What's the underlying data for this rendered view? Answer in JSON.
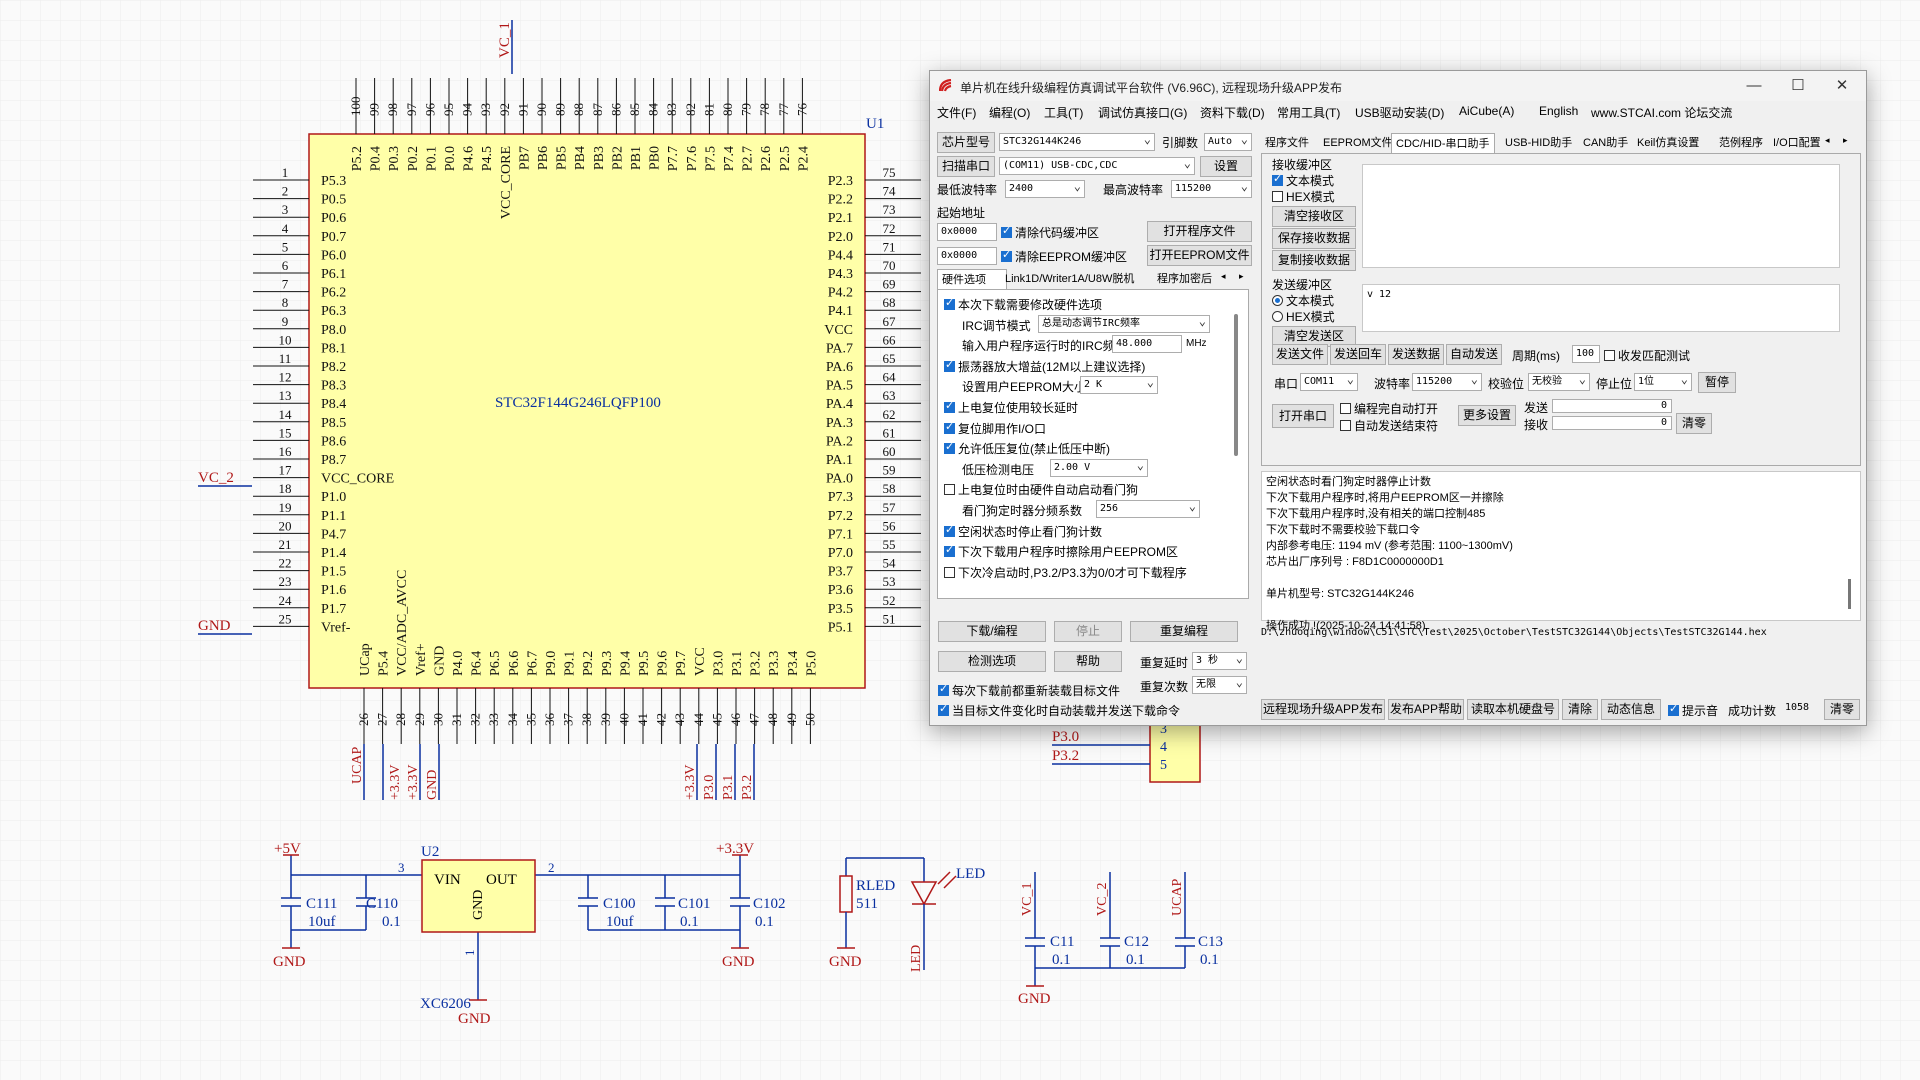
{
  "schematic": {
    "u1": {
      "ref": "U1",
      "part": "STC32F144G246LQFP100",
      "top_pins": [
        {
          "num": "100",
          "name": "P5.2"
        },
        {
          "num": "99",
          "name": "P0.4"
        },
        {
          "num": "98",
          "name": "P0.3"
        },
        {
          "num": "97",
          "name": "P0.2"
        },
        {
          "num": "96",
          "name": "P0.1"
        },
        {
          "num": "95",
          "name": "P0.0"
        },
        {
          "num": "94",
          "name": "P4.6"
        },
        {
          "num": "93",
          "name": "P4.5"
        },
        {
          "num": "92",
          "name": "VCC_CORE"
        },
        {
          "num": "91",
          "name": "PB7"
        },
        {
          "num": "90",
          "name": "PB6"
        },
        {
          "num": "89",
          "name": "PB5"
        },
        {
          "num": "88",
          "name": "PB4"
        },
        {
          "num": "87",
          "name": "PB3"
        },
        {
          "num": "86",
          "name": "PB2"
        },
        {
          "num": "85",
          "name": "PB1"
        },
        {
          "num": "84",
          "name": "PB0"
        },
        {
          "num": "83",
          "name": "P7.7"
        },
        {
          "num": "82",
          "name": "P7.6"
        },
        {
          "num": "81",
          "name": "P7.5"
        },
        {
          "num": "80",
          "name": "P7.4"
        },
        {
          "num": "79",
          "name": "P2.7"
        },
        {
          "num": "78",
          "name": "P2.6"
        },
        {
          "num": "77",
          "name": "P2.5"
        },
        {
          "num": "76",
          "name": "P2.4"
        }
      ],
      "left_pins": [
        {
          "num": "1",
          "name": "P5.3"
        },
        {
          "num": "2",
          "name": "P0.5"
        },
        {
          "num": "3",
          "name": "P0.6"
        },
        {
          "num": "4",
          "name": "P0.7"
        },
        {
          "num": "5",
          "name": "P6.0"
        },
        {
          "num": "6",
          "name": "P6.1"
        },
        {
          "num": "7",
          "name": "P6.2"
        },
        {
          "num": "8",
          "name": "P6.3"
        },
        {
          "num": "9",
          "name": "P8.0"
        },
        {
          "num": "10",
          "name": "P8.1"
        },
        {
          "num": "11",
          "name": "P8.2"
        },
        {
          "num": "12",
          "name": "P8.3"
        },
        {
          "num": "13",
          "name": "P8.4"
        },
        {
          "num": "14",
          "name": "P8.5"
        },
        {
          "num": "15",
          "name": "P8.6"
        },
        {
          "num": "16",
          "name": "P8.7"
        },
        {
          "num": "17",
          "name": "VCC_CORE"
        },
        {
          "num": "18",
          "name": "P1.0"
        },
        {
          "num": "19",
          "name": "P1.1"
        },
        {
          "num": "20",
          "name": "P4.7"
        },
        {
          "num": "21",
          "name": "P1.4"
        },
        {
          "num": "22",
          "name": "P1.5"
        },
        {
          "num": "23",
          "name": "P1.6"
        },
        {
          "num": "24",
          "name": "P1.7"
        },
        {
          "num": "25",
          "name": "Vref-"
        }
      ],
      "right_pins": [
        {
          "num": "75",
          "name": "P2.3"
        },
        {
          "num": "74",
          "name": "P2.2"
        },
        {
          "num": "73",
          "name": "P2.1"
        },
        {
          "num": "72",
          "name": "P2.0"
        },
        {
          "num": "71",
          "name": "P4.4"
        },
        {
          "num": "70",
          "name": "P4.3"
        },
        {
          "num": "69",
          "name": "P4.2"
        },
        {
          "num": "68",
          "name": "P4.1"
        },
        {
          "num": "67",
          "name": "VCC"
        },
        {
          "num": "66",
          "name": "PA.7"
        },
        {
          "num": "65",
          "name": "PA.6"
        },
        {
          "num": "64",
          "name": "PA.5"
        },
        {
          "num": "63",
          "name": "PA.4"
        },
        {
          "num": "62",
          "name": "PA.3"
        },
        {
          "num": "61",
          "name": "PA.2"
        },
        {
          "num": "60",
          "name": "PA.1"
        },
        {
          "num": "59",
          "name": "PA.0"
        },
        {
          "num": "58",
          "name": "P7.3"
        },
        {
          "num": "57",
          "name": "P7.2"
        },
        {
          "num": "56",
          "name": "P7.1"
        },
        {
          "num": "55",
          "name": "P7.0"
        },
        {
          "num": "54",
          "name": "P3.7"
        },
        {
          "num": "53",
          "name": "P3.6"
        },
        {
          "num": "52",
          "name": "P3.5"
        },
        {
          "num": "51",
          "name": "P5.1"
        }
      ],
      "bottom_pins": [
        {
          "num": "26",
          "name": "UCap"
        },
        {
          "num": "27",
          "name": "P5.4"
        },
        {
          "num": "28",
          "name": "VCC/ADC_AVCC"
        },
        {
          "num": "29",
          "name": "Vref+"
        },
        {
          "num": "30",
          "name": "GND"
        },
        {
          "num": "31",
          "name": "P4.0"
        },
        {
          "num": "32",
          "name": "P6.4"
        },
        {
          "num": "33",
          "name": "P6.5"
        },
        {
          "num": "34",
          "name": "P6.6"
        },
        {
          "num": "35",
          "name": "P6.7"
        },
        {
          "num": "36",
          "name": "P9.0"
        },
        {
          "num": "37",
          "name": "P9.1"
        },
        {
          "num": "38",
          "name": "P9.2"
        },
        {
          "num": "39",
          "name": "P9.3"
        },
        {
          "num": "40",
          "name": "P9.4"
        },
        {
          "num": "41",
          "name": "P9.5"
        },
        {
          "num": "42",
          "name": "P9.6"
        },
        {
          "num": "43",
          "name": "P9.7"
        },
        {
          "num": "44",
          "name": "VCC"
        },
        {
          "num": "45",
          "name": "P3.0"
        },
        {
          "num": "46",
          "name": "P3.1"
        },
        {
          "num": "47",
          "name": "P3.2"
        },
        {
          "num": "48",
          "name": "P3.3"
        },
        {
          "num": "49",
          "name": "P3.4"
        },
        {
          "num": "50",
          "name": "P5.0"
        }
      ]
    },
    "nets": {
      "vc1": "VC_1",
      "vc2_left": "VC_2",
      "gnd_left": "GND",
      "ucap": "UCAP",
      "p33a": "+3.3V",
      "p33b": "+3.3V",
      "gnd_bottom": "GND",
      "b_p33c": "+3.3V",
      "b_p30": "P3.0",
      "b_p31": "P3.1",
      "b_p32": "P3.2"
    },
    "connector": {
      "net_a": "P3.0",
      "net_b": "P3.2",
      "pin3": "3",
      "pin4": "4",
      "pin5": "5"
    },
    "regulator": {
      "ref": "U2",
      "part": "XC6206",
      "vin": "VIN",
      "out": "OUT",
      "gnd": "GND",
      "pin3": "3",
      "pin2": "2",
      "pin1": "1",
      "plus5": "+5V",
      "plus33": "+3.3V",
      "gnd_a": "GND",
      "gnd_b": "GND",
      "gnd_c": "GND",
      "caps": [
        {
          "ref": "C111",
          "val": "10uf"
        },
        {
          "ref": "C110",
          "val": "0.1"
        },
        {
          "ref": "C100",
          "val": "10uf"
        },
        {
          "ref": "C101",
          "val": "0.1"
        },
        {
          "ref": "C102",
          "val": "0.1"
        }
      ]
    },
    "led": {
      "res_ref": "RLED",
      "res_val": "511",
      "led_ref": "LED",
      "net": "LED",
      "gnd": "GND"
    },
    "decoupling": {
      "vc1": "VC_1",
      "vc2": "VC_2",
      "ucap": "UCAP",
      "gnd": "GND",
      "caps": [
        {
          "ref": "C11",
          "val": "0.1"
        },
        {
          "ref": "C12",
          "val": "0.1"
        },
        {
          "ref": "C13",
          "val": "0.1"
        }
      ]
    }
  },
  "app": {
    "title": "单片机在线升级编程仿真调试平台软件 (V6.96C), 远程现场升级APP发布",
    "menu": [
      "文件(F)",
      "编程(O)",
      "工具(T)",
      "调试仿真接口(G)",
      "资料下载(D)",
      "常用工具(T)",
      "USB驱动安装(D)",
      "AiCube(A)",
      "English",
      "www.STCAI.com 论坛交流"
    ],
    "left": {
      "chip_label": "芯片型号",
      "chip_value": "STC32G144K246",
      "pin_label": "引脚数",
      "pin_value": "Auto",
      "scan_button": "扫描串口",
      "port_value": "(COM11) USB-CDC,CDC",
      "settings_button": "设置",
      "min_baud_label": "最低波特率",
      "min_baud_value": "2400",
      "max_baud_label": "最高波特率",
      "max_baud_value": "115200",
      "start_addr_label": "起始地址",
      "addr1": "0x0000",
      "addr1_check": "清除代码缓冲区",
      "open_prog_button": "打开程序文件",
      "addr2": "0x0000",
      "addr2_check": "清除EEPROM缓冲区",
      "open_eeprom_button": "打开EEPROM文件",
      "tabs": [
        "硬件选项",
        "Link1D/Writer1A/U8W脱机",
        "程序加密后"
      ],
      "hw_options": [
        {
          "type": "check",
          "checked": true,
          "label": "本次下载需要修改硬件选项"
        },
        {
          "type": "select",
          "label": "IRC调节模式",
          "value": "总是动态调节IRC频率"
        },
        {
          "type": "input",
          "label": "输入用户程序运行时的IRC频率",
          "value": "48.000",
          "unit": "MHz"
        },
        {
          "type": "check",
          "checked": true,
          "label": "振荡器放大增益(12M以上建议选择)"
        },
        {
          "type": "select",
          "label": "设置用户EEPROM大小",
          "value": "2  K"
        },
        {
          "type": "check",
          "checked": true,
          "label": "上电复位使用较长延时"
        },
        {
          "type": "check",
          "checked": true,
          "label": "复位脚用作I/O口"
        },
        {
          "type": "check",
          "checked": true,
          "label": "允许低压复位(禁止低压中断)"
        },
        {
          "type": "select",
          "label": "低压检测电压",
          "value": "2.00 V"
        },
        {
          "type": "check",
          "checked": false,
          "label": "上电复位时由硬件自动启动看门狗"
        },
        {
          "type": "select",
          "label": "看门狗定时器分频系数",
          "value": "256"
        },
        {
          "type": "check",
          "checked": true,
          "label": "空闲状态时停止看门狗计数"
        },
        {
          "type": "check",
          "checked": true,
          "label": "下次下载用户程序时擦除用户EEPROM区"
        },
        {
          "type": "check",
          "checked": false,
          "label": "下次冷启动时,P3.2/P3.3为0/0才可下载程序"
        }
      ],
      "download_button": "下载/编程",
      "stop_button": "停止",
      "reprogram_button": "重复编程",
      "detect_button": "检测选项",
      "help_button": "帮助",
      "delay_label": "重复延时",
      "delay_value": "3 秒",
      "count_label": "重复次数",
      "count_value": "无限",
      "reload_check": "每次下载前都重新装载目标文件",
      "auto_check": "当目标文件变化时自动装载并发送下载命令"
    },
    "right": {
      "tabs": [
        "程序文件",
        "EEPROM文件",
        "CDC/HID-串口助手",
        "USB-HID助手",
        "CAN助手",
        "Keil仿真设置",
        "范例程序",
        "I/O口配置"
      ],
      "recv_title": "接收缓冲区",
      "recv_text_mode": "文本模式",
      "recv_hex_mode": "HEX模式",
      "clear_recv": "清空接收区",
      "save_recv": "保存接收数据",
      "copy_recv": "复制接收数据",
      "send_title": "发送缓冲区",
      "send_text_mode": "文本模式",
      "send_hex_mode": "HEX模式",
      "clear_send": "清空发送区",
      "send_content": "v 12",
      "send_file": "发送文件",
      "send_enter": "发送回车",
      "send_data": "发送数据",
      "auto_send": "自动发送",
      "period_label": "周期(ms)",
      "period_value": "100",
      "match_check": "收发匹配测试",
      "port_label": "串口",
      "port_value": "COM11",
      "baud_label": "波特率",
      "baud_value": "115200",
      "parity_label": "校验位",
      "parity_value": "无校验",
      "stop_label": "停止位",
      "stop_value": "1位",
      "pause_button": "暂停",
      "open_port_button": "打开串口",
      "auto_open_check": "编程完自动打开",
      "auto_send_end_check": "自动发送结束符",
      "more_button": "更多设置",
      "tx_label": "发送",
      "tx_value": "0",
      "rx_label": "接收",
      "rx_value": "0",
      "clear_count_button": "清零"
    },
    "log": [
      "  空闲状态时看门狗定时器停止计数",
      "  下次下载用户程序时,将用户EEPROM区一并擦除",
      "  下次下载用户程序时,没有相关的端口控制485",
      "  下次下载时不需要校验下载口令",
      "  内部参考电压: 1194 mV (参考范围: 1100~1300mV)",
      "芯片出厂序列号 : F8D1C0000000D1",
      "",
      "  单片机型号: STC32G144K246",
      "",
      "操作成功 !(2025-10-24 14:41:58)"
    ],
    "hex_path": "D:\\zhuoqing\\window\\C51\\STC\\Test\\2025\\October\\TestSTC32G144\\Objects\\TestSTC32G144.hex",
    "bottom": {
      "remote_button": "远程现场升级APP发布",
      "publish_help": "发布APP帮助",
      "read_disk": "读取本机硬盘号",
      "clear_button": "清除",
      "dynamic_info": "动态信息",
      "beep_check": "提示音",
      "success_label": "成功计数",
      "success_value": "1058",
      "reset_button": "清零"
    }
  }
}
